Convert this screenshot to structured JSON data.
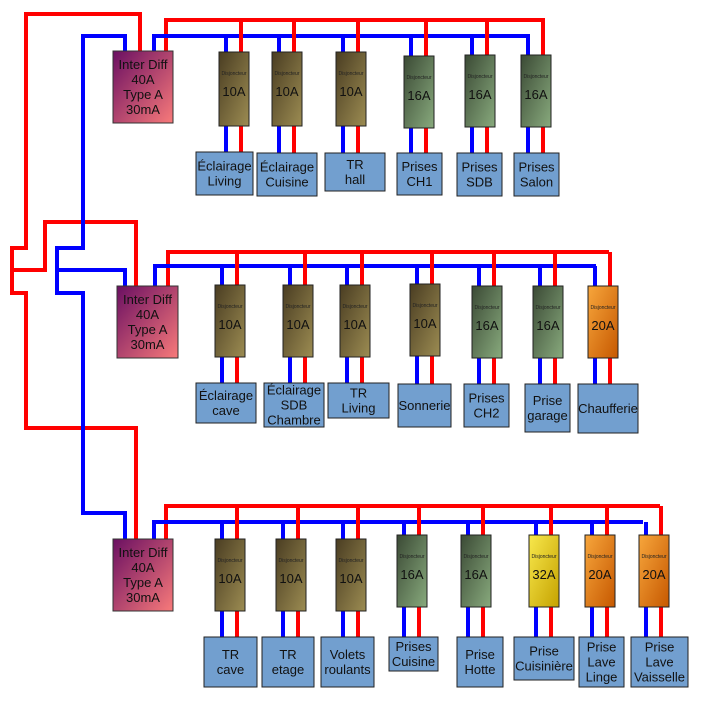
{
  "colors": {
    "phase": "#ff0000",
    "neutral": "#0000ff",
    "load_fill": "#729fcf",
    "diff": [
      "#6a0f62",
      "#f87a7a"
    ],
    "b10": [
      "#4a3d22",
      "#9c8c52"
    ],
    "b16": [
      "#3b4a35",
      "#88aa7d"
    ],
    "b20": [
      "#f7a63c",
      "#c65800"
    ],
    "b32": [
      "#f8e84c",
      "#c5a200"
    ]
  },
  "breaker_caption": "Disjoncteur",
  "rows": [
    {
      "diff": {
        "lines": [
          "Inter Diff",
          "40A",
          "Type A",
          "30mA"
        ]
      },
      "breakers": [
        {
          "rating": "10A",
          "type": "b10",
          "load": [
            "Éclairage",
            "Living"
          ]
        },
        {
          "rating": "10A",
          "type": "b10",
          "load": [
            "Éclairage",
            "Cuisine"
          ]
        },
        {
          "rating": "10A",
          "type": "b10",
          "load": [
            "TR",
            "hall"
          ]
        },
        {
          "rating": "16A",
          "type": "b16",
          "load": [
            "Prises",
            "CH1"
          ]
        },
        {
          "rating": "16A",
          "type": "b16",
          "load": [
            "Prises",
            "SDB"
          ]
        },
        {
          "rating": "16A",
          "type": "b16",
          "load": [
            "Prises",
            "Salon"
          ]
        }
      ]
    },
    {
      "diff": {
        "lines": [
          "Inter Diff",
          "40A",
          "Type A",
          "30mA"
        ]
      },
      "breakers": [
        {
          "rating": "10A",
          "type": "b10",
          "load": [
            "Éclairage",
            "cave"
          ]
        },
        {
          "rating": "10A",
          "type": "b10",
          "load": [
            "Éclairage",
            "SDB",
            "Chambre"
          ]
        },
        {
          "rating": "10A",
          "type": "b10",
          "load": [
            "TR",
            "Living"
          ]
        },
        {
          "rating": "10A",
          "type": "b10",
          "load": [
            "Sonnerie"
          ]
        },
        {
          "rating": "16A",
          "type": "b16",
          "load": [
            "Prises",
            "CH2"
          ]
        },
        {
          "rating": "16A",
          "type": "b16",
          "load": [
            "Prise",
            "garage"
          ]
        },
        {
          "rating": "20A",
          "type": "b20",
          "load": [
            "Chaufferie"
          ]
        }
      ]
    },
    {
      "diff": {
        "lines": [
          "Inter Diff",
          "40A",
          "Type A",
          "30mA"
        ]
      },
      "breakers": [
        {
          "rating": "10A",
          "type": "b10",
          "load": [
            "TR",
            "cave"
          ]
        },
        {
          "rating": "10A",
          "type": "b10",
          "load": [
            "TR",
            "etage"
          ]
        },
        {
          "rating": "10A",
          "type": "b10",
          "load": [
            "Volets",
            "roulants"
          ]
        },
        {
          "rating": "16A",
          "type": "b16",
          "load": [
            "Prises",
            "Cuisine"
          ]
        },
        {
          "rating": "16A",
          "type": "b16",
          "load": [
            "Prise",
            "Hotte"
          ]
        },
        {
          "rating": "32A",
          "type": "b32",
          "load": [
            "Prise",
            "Cuisinière"
          ]
        },
        {
          "rating": "20A",
          "type": "b20",
          "load": [
            "Prise",
            "Lave",
            "Linge"
          ]
        },
        {
          "rating": "20A",
          "type": "b20",
          "load": [
            "Prise",
            "Lave",
            "Vaisselle"
          ]
        }
      ]
    }
  ]
}
